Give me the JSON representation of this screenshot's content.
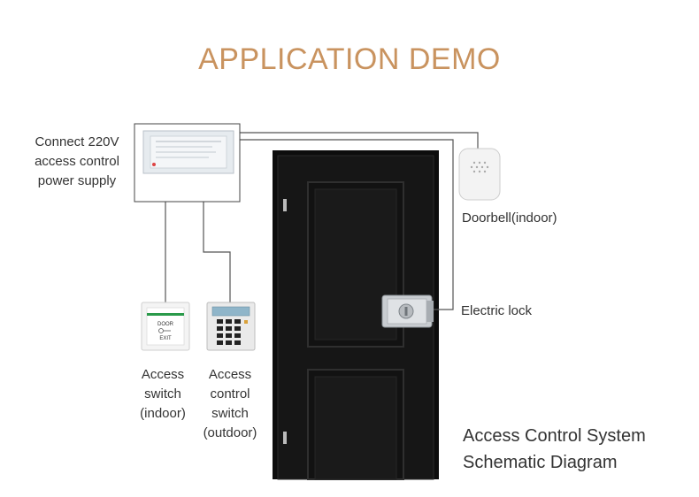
{
  "title": "APPLICATION DEMO",
  "labels": {
    "power_supply": [
      "Connect 220V",
      "access control",
      "power supply"
    ],
    "doorbell": "Doorbell(indoor)",
    "electric_lock": "Electric lock",
    "access_switch": [
      "Access",
      "switch",
      "(indoor)"
    ],
    "access_control_switch": [
      "Access",
      "control",
      "switch",
      "(outdoor)"
    ]
  },
  "caption": [
    "Access Control System",
    "Schematic Diagram"
  ],
  "devices": {
    "exit_button_text": [
      "DOOR",
      "EXIT"
    ]
  },
  "colors": {
    "title": "#c9935f",
    "door": "#111111",
    "wire": "#555555"
  }
}
